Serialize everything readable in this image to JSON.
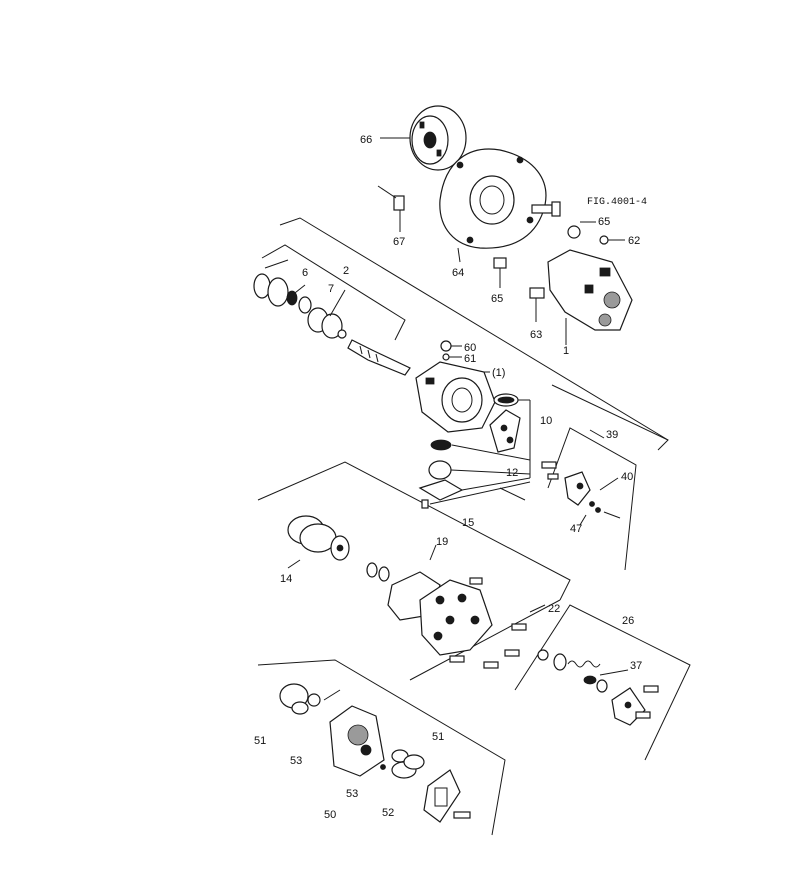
{
  "figure_ref": "FIG.4001-4",
  "callouts": {
    "c66": "66",
    "c67": "67",
    "c64": "64",
    "c65a": "65",
    "c65b": "65",
    "c62": "62",
    "c63": "63",
    "c1": "1",
    "c6": "6",
    "c2": "2",
    "c7": "7",
    "c60": "60",
    "c61": "61",
    "c1p": "(1)",
    "c10": "10",
    "c12": "12",
    "c39": "39",
    "c40": "40",
    "c47": "47",
    "c15": "15",
    "c19": "19",
    "c14": "14",
    "c22": "22",
    "c26": "26",
    "c37": "37",
    "c51a": "51",
    "c53a": "53",
    "c51b": "51",
    "c53b": "53",
    "c50": "50",
    "c52": "52"
  }
}
